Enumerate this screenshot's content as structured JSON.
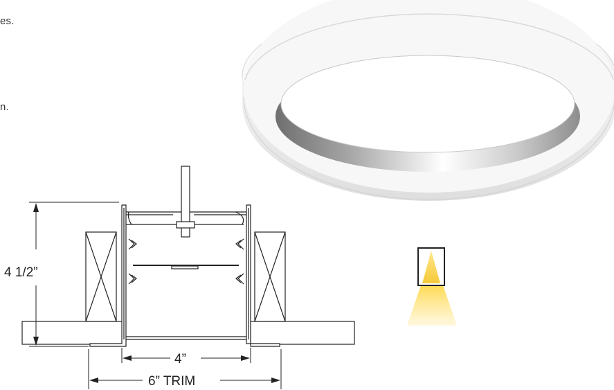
{
  "text_fragments": [
    "es.",
    "n."
  ],
  "dimensions": {
    "height_label": "4  1/2”",
    "inner_width_label": "4”",
    "trim_label": "6”  TRIM"
  },
  "icons": {
    "fixture": "ring-pendant-fixture-icon",
    "beam": "downlight-beam-icon"
  },
  "colors": {
    "line": "#222222",
    "beam": "#FFD84A",
    "beam_frame": "#222222"
  }
}
